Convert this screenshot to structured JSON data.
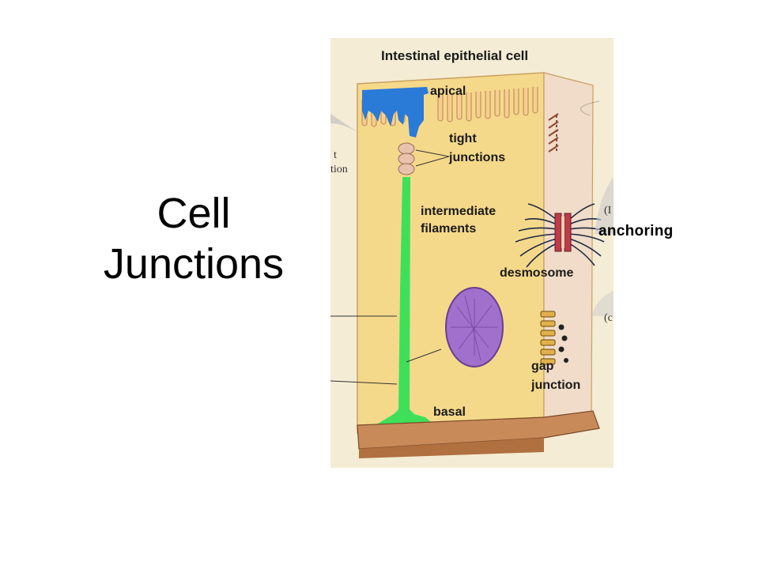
{
  "slide": {
    "title_line1": "Cell",
    "title_line2": "Junctions"
  },
  "diagram": {
    "heading": "Intestinal epithelial cell",
    "labels": {
      "apical": "apical",
      "tight": "tight",
      "junctions": "junctions",
      "intermediate": "intermediate",
      "filaments": "filaments",
      "desmosome": "desmosome",
      "gap": "gap",
      "junction": "junction",
      "basal": "basal"
    },
    "cut_off_fragments": {
      "left_t": "t",
      "left_tion": "tion",
      "right_b": "(I",
      "right_c": "(c"
    },
    "overlay_label": "anchoring"
  },
  "colors": {
    "cytoplasm": "#f5d98a",
    "apical_domain": "#2a7ad8",
    "basolateral_domain": "#3ee05a",
    "nucleus": "#a070cc",
    "basement": "#c98a5a"
  }
}
